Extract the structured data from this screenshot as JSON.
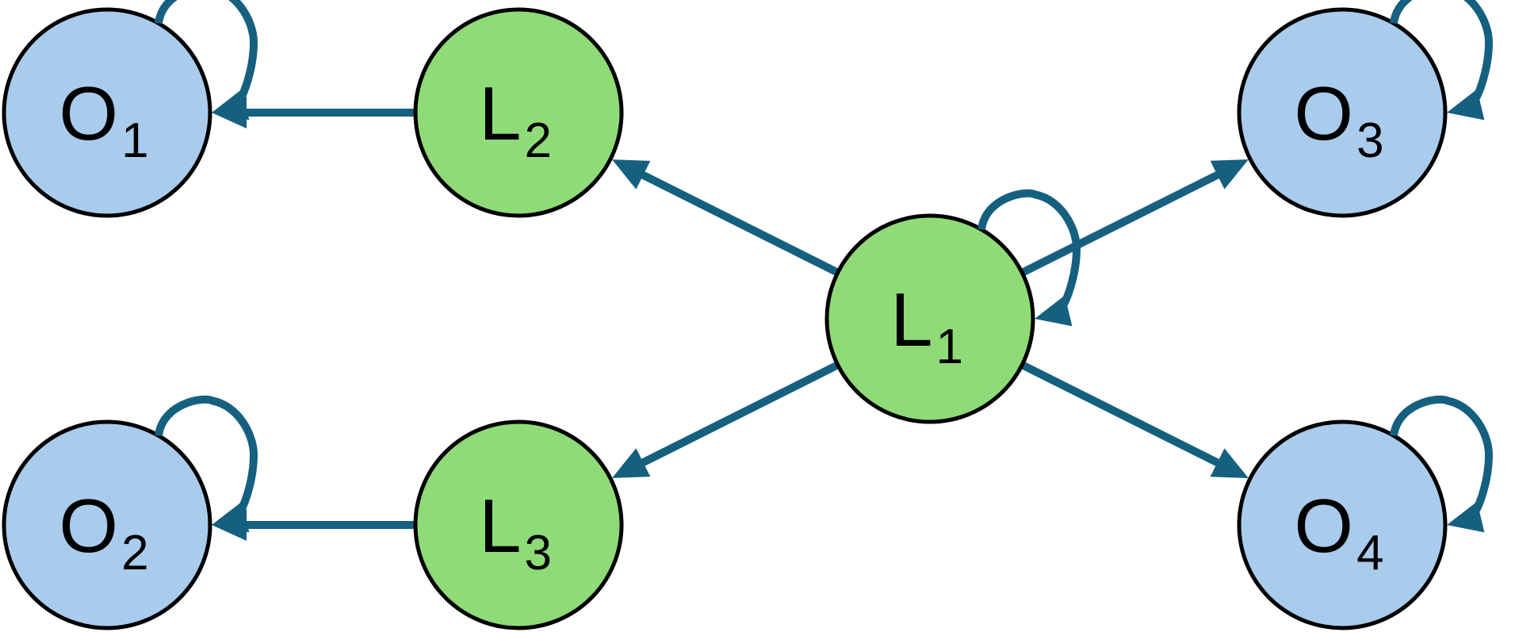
{
  "diagram": {
    "colors": {
      "latent_fill": "#8fdb77",
      "observed_fill": "#a9cbec",
      "edge": "#16607f",
      "outline": "#000000"
    },
    "nodes": [
      {
        "id": "L1",
        "letter": "L",
        "sub": "1",
        "kind": "latent",
        "self_loop": true
      },
      {
        "id": "L2",
        "letter": "L",
        "sub": "2",
        "kind": "latent",
        "self_loop": false
      },
      {
        "id": "L3",
        "letter": "L",
        "sub": "3",
        "kind": "latent",
        "self_loop": false
      },
      {
        "id": "O1",
        "letter": "O",
        "sub": "1",
        "kind": "observed",
        "self_loop": true
      },
      {
        "id": "O2",
        "letter": "O",
        "sub": "2",
        "kind": "observed",
        "self_loop": true
      },
      {
        "id": "O3",
        "letter": "O",
        "sub": "3",
        "kind": "observed",
        "self_loop": true
      },
      {
        "id": "O4",
        "letter": "O",
        "sub": "4",
        "kind": "observed",
        "self_loop": true
      }
    ],
    "edges": [
      {
        "from": "L1",
        "to": "L2"
      },
      {
        "from": "L1",
        "to": "L3"
      },
      {
        "from": "L1",
        "to": "O3"
      },
      {
        "from": "L1",
        "to": "O4"
      },
      {
        "from": "L2",
        "to": "O1"
      },
      {
        "from": "L3",
        "to": "O2"
      }
    ]
  }
}
